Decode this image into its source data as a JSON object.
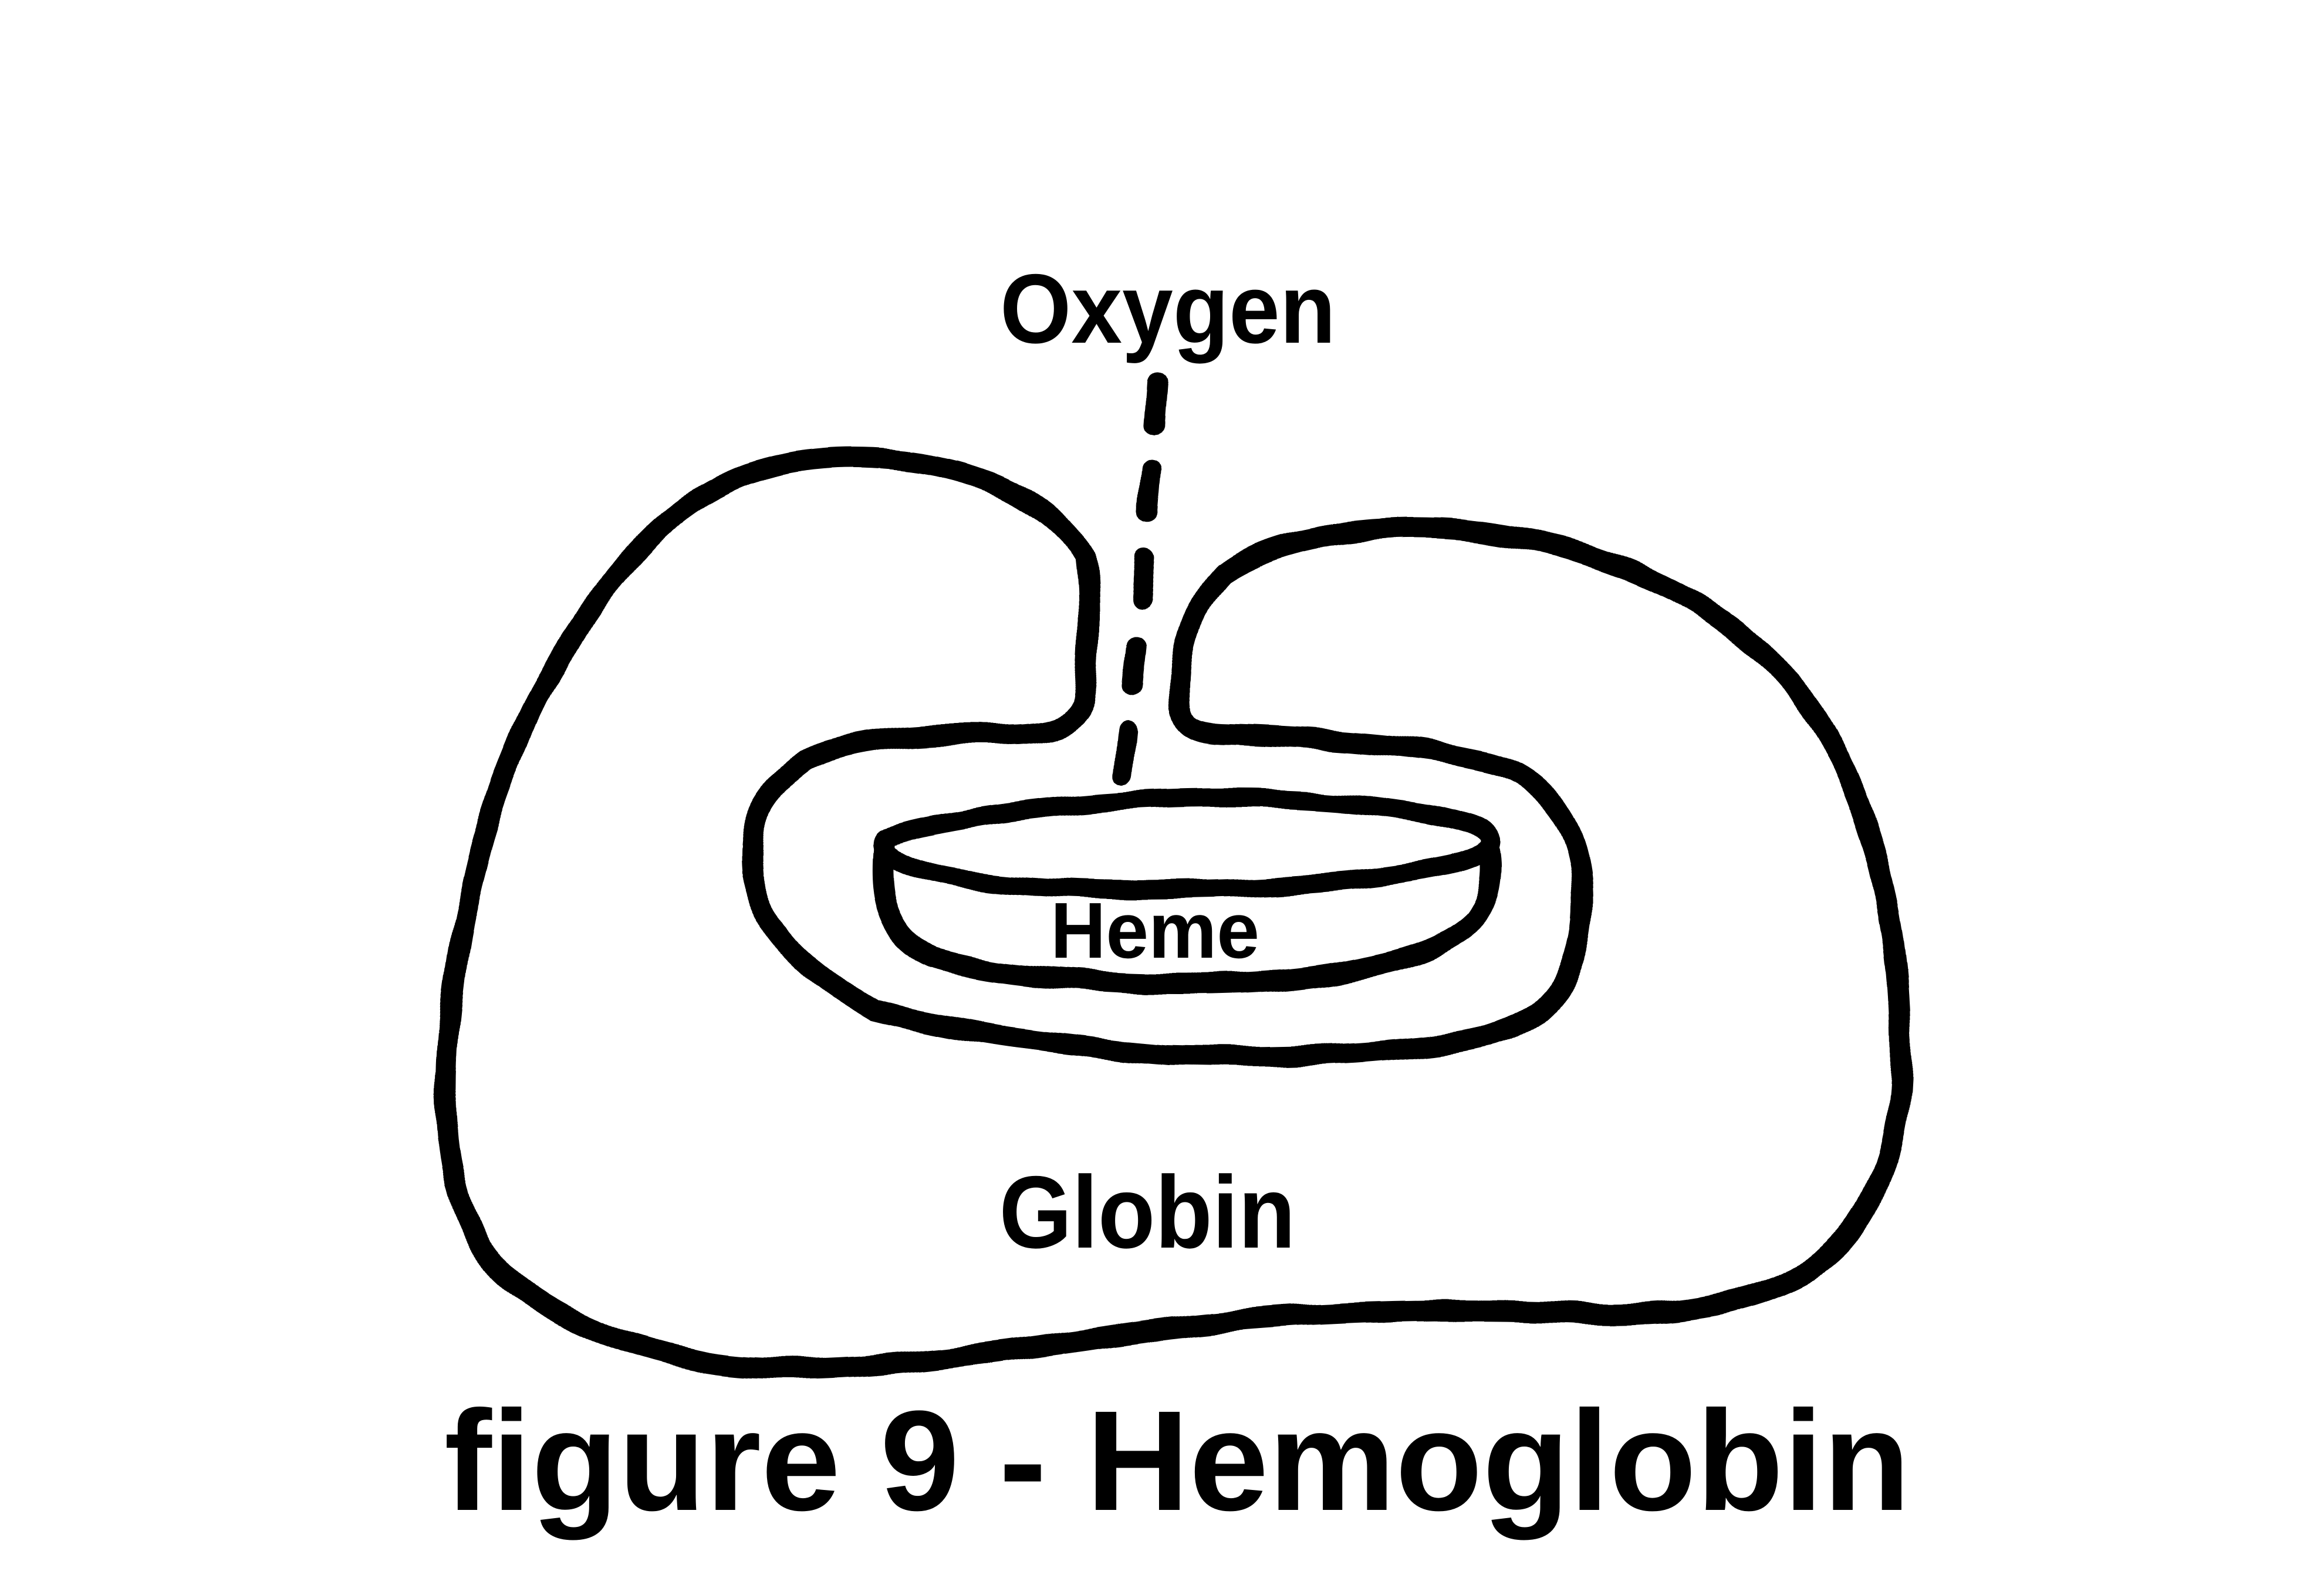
{
  "figure": {
    "background_color": "#ffffff",
    "ink_color": "#000000",
    "labels": {
      "oxygen": "Oxygen",
      "heme": "Heme",
      "globin": "Globin"
    },
    "caption": "figure 9 - Hemoglobin"
  }
}
